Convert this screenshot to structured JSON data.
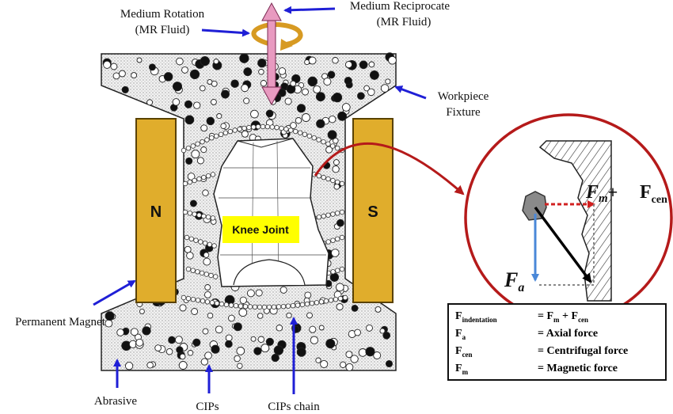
{
  "labels": {
    "medium_rotation": [
      "Medium Rotation",
      "(MR Fluid)"
    ],
    "medium_reciprocate": [
      "Medium Reciprocate",
      "(MR Fluid)"
    ],
    "workpiece_fixture": [
      "Workpiece",
      "Fixture"
    ],
    "pole_n": "N",
    "pole_s": "S",
    "knee_joint": "Knee Joint",
    "permanent_magnet": "Permanent Magnet",
    "abrasive": "Abrasive",
    "cips": "CIPs",
    "cips_chain": "CIPs chain"
  },
  "force_labels": {
    "fm_plus": "F",
    "fm_sub": "m",
    "plus": "+",
    "fcen": "F",
    "fcen_sub": "cen",
    "fa": "F",
    "fa_sub": "a"
  },
  "legend": [
    {
      "symbol": "F",
      "sub": "indentation",
      "eq": "= F",
      "eq_sub1": "m",
      "eq_mid": " + F",
      "eq_sub2": "cen"
    },
    {
      "symbol": "F",
      "sub": "a",
      "eq": "= Axial force"
    },
    {
      "symbol": "F",
      "sub": "cen",
      "eq": "= Centrifugal force"
    },
    {
      "symbol": "F",
      "sub": "m",
      "eq": "= Magnetic force"
    }
  ],
  "colors": {
    "magnet": "#e0ad2c",
    "magnet_border": "#5a4200",
    "fluid_stipple": "#d9d9d9",
    "arrow_blue": "#1f1fd6",
    "circle_red": "#b51a1a",
    "rod_pink": "#e89ac0",
    "rotation_gold": "#d79a22",
    "knee_label_bg": "#ffff00",
    "fa_color": "#8b1a1a",
    "fa_arrow": "#4a88d8",
    "force_red": "#d12020"
  }
}
